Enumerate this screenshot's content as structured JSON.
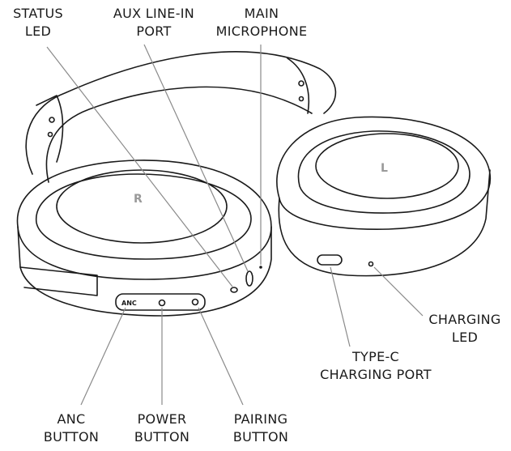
{
  "title": "Headphones controls diagram",
  "callouts": [
    {
      "id": "status-led",
      "line1": "STATUS",
      "line2": "LED"
    },
    {
      "id": "aux-port",
      "line1": "AUX LINE-IN",
      "line2": "PORT"
    },
    {
      "id": "main-mic",
      "line1": "MAIN",
      "line2": "MICROPHONE"
    },
    {
      "id": "charging-led",
      "line1": "CHARGING",
      "line2": "LED"
    },
    {
      "id": "type-c-port",
      "line1": "TYPE-C",
      "line2": "CHARGING PORT"
    },
    {
      "id": "anc-button",
      "line1": "ANC",
      "line2": "BUTTON"
    },
    {
      "id": "power-button",
      "line1": "POWER",
      "line2": "BUTTON"
    },
    {
      "id": "pairing-button",
      "line1": "PAIRING",
      "line2": "BUTTON"
    }
  ],
  "device": {
    "anc_label": "ANC",
    "right_cup_mark": "R",
    "left_cup_mark": "L"
  }
}
